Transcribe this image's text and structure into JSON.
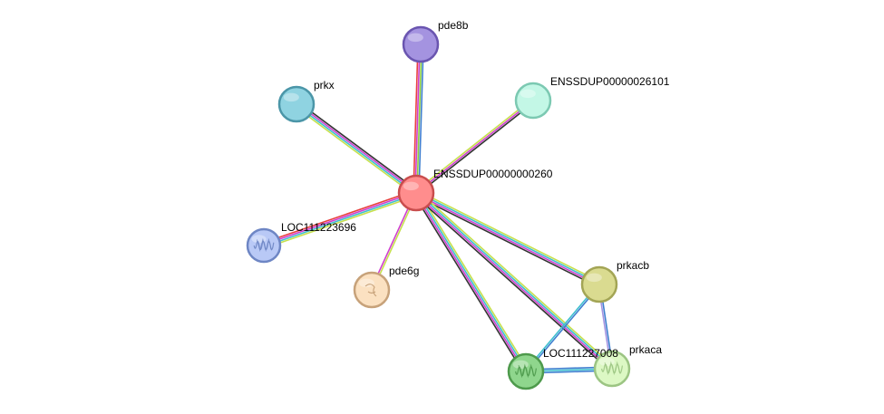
{
  "nodes": [
    {
      "id": "center",
      "label": "ENSSDUP00000000260",
      "fill": "#ff8d8d",
      "stroke": "#c94d4d",
      "icon": "none"
    },
    {
      "id": "pde8b",
      "label": "pde8b",
      "fill": "#a493e0",
      "stroke": "#6a55b0",
      "icon": "none"
    },
    {
      "id": "prkx",
      "label": "prkx",
      "fill": "#8fd3e1",
      "stroke": "#4b96a8",
      "icon": "none"
    },
    {
      "id": "ens26101",
      "label": "ENSSDUP00000026101",
      "fill": "#c3f7e6",
      "stroke": "#7cc9b2",
      "icon": "none"
    },
    {
      "id": "loc696",
      "label": "LOC111223696",
      "fill": "#b9c9f6",
      "stroke": "#6e86c4",
      "icon": "protein-structure-icon"
    },
    {
      "id": "pde6g",
      "label": "pde6g",
      "fill": "#fbe1c1",
      "stroke": "#c7a27a",
      "icon": "squiggle-icon"
    },
    {
      "id": "prkacb",
      "label": "prkacb",
      "fill": "#dadb90",
      "stroke": "#a3a555",
      "icon": "none"
    },
    {
      "id": "loc008",
      "label": "LOC111227008",
      "fill": "#8fd68d",
      "stroke": "#4e9a4c",
      "icon": "protein-structure-icon"
    },
    {
      "id": "prkaca",
      "label": "prkaca",
      "fill": "#dcf8c4",
      "stroke": "#9cc583",
      "icon": "protein-structure-icon"
    }
  ],
  "edges": [
    {
      "from": "center",
      "to": "pde8b",
      "colors": [
        "#e8403f",
        "#cf3fcf",
        "#8fcf3f",
        "#3f7fcf"
      ]
    },
    {
      "from": "center",
      "to": "prkx",
      "colors": [
        "#c6e04d",
        "#3fbfcf",
        "#cf3fcf",
        "#333333"
      ]
    },
    {
      "from": "center",
      "to": "ens26101",
      "colors": [
        "#c6e04d",
        "#cf3fcf",
        "#333333"
      ]
    },
    {
      "from": "center",
      "to": "loc696",
      "colors": [
        "#c6e04d",
        "#3fbfcf",
        "#cf3fcf",
        "#e8403f"
      ]
    },
    {
      "from": "center",
      "to": "pde6g",
      "colors": [
        "#c6e04d",
        "#cf3fcf"
      ]
    },
    {
      "from": "center",
      "to": "prkacb",
      "colors": [
        "#c6e04d",
        "#3fbfcf",
        "#cf3fcf",
        "#333333"
      ]
    },
    {
      "from": "center",
      "to": "loc008",
      "colors": [
        "#c6e04d",
        "#3fbfcf",
        "#cf3fcf",
        "#333333"
      ]
    },
    {
      "from": "center",
      "to": "prkaca",
      "colors": [
        "#c6e04d",
        "#3fbfcf",
        "#cf3fcf",
        "#333333"
      ]
    },
    {
      "from": "prkacb",
      "to": "loc008",
      "colors": [
        "#3f7fcf",
        "#3fbfcf"
      ]
    },
    {
      "from": "prkacb",
      "to": "prkaca",
      "colors": [
        "#3f7fcf",
        "#a493e0"
      ]
    },
    {
      "from": "loc008",
      "to": "prkaca",
      "colors": [
        "#3f7fcf",
        "#3fbfcf",
        "#3f7fcf"
      ]
    }
  ]
}
